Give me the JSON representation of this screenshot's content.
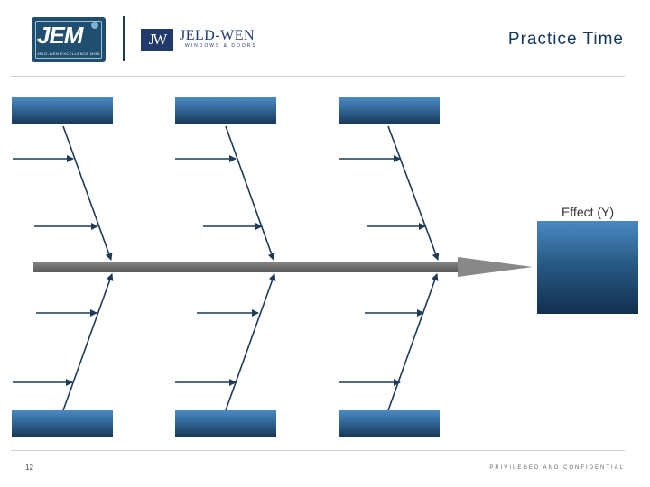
{
  "header": {
    "jem_logo_text": "JEM",
    "jem_logo_tagline": "JELD-WEN EXCELLENCE MODEL",
    "jw_logo_mark": "JW",
    "jw_logo_name": "JELD-WEN",
    "jw_logo_sub": "WINDOWS & DOORS",
    "title": "Practice Time"
  },
  "diagram": {
    "effect_label": "Effect (Y)",
    "category_boxes_top": [
      "",
      "",
      ""
    ],
    "category_boxes_bottom": [
      "",
      "",
      ""
    ],
    "box_color": "#2f628f",
    "spine_color": "#7a7a7a",
    "line_color": "#1f3a57"
  },
  "footer": {
    "page_number": "12",
    "confidential": "PRIVILEGED AND CONFIDENTIAL"
  }
}
